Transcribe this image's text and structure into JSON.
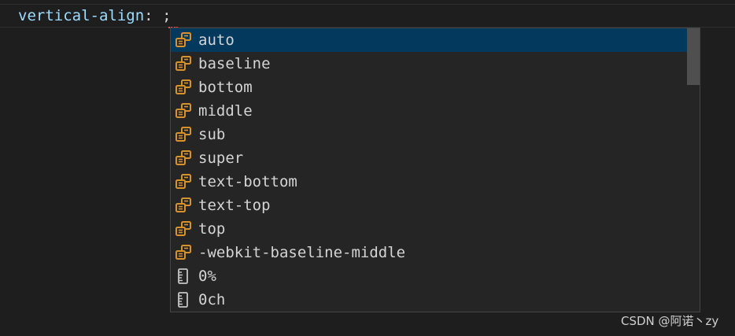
{
  "editor": {
    "property": "vertical-align",
    "colon": ":",
    "cursor_text": ";"
  },
  "suggest": {
    "selected_index": 0,
    "items": [
      {
        "label": "auto",
        "icon": "value-icon"
      },
      {
        "label": "baseline",
        "icon": "value-icon"
      },
      {
        "label": "bottom",
        "icon": "value-icon"
      },
      {
        "label": "middle",
        "icon": "value-icon"
      },
      {
        "label": "sub",
        "icon": "value-icon"
      },
      {
        "label": "super",
        "icon": "value-icon"
      },
      {
        "label": "text-bottom",
        "icon": "value-icon"
      },
      {
        "label": "text-top",
        "icon": "value-icon"
      },
      {
        "label": "top",
        "icon": "value-icon"
      },
      {
        "label": "-webkit-baseline-middle",
        "icon": "value-icon"
      },
      {
        "label": "0%",
        "icon": "unit-icon"
      },
      {
        "label": "0ch",
        "icon": "unit-icon"
      }
    ]
  },
  "colors": {
    "selected": "#04395e",
    "value_icon": "#d7922c",
    "unit_icon": "#c5c5c5"
  },
  "watermark": "CSDN @阿诺丶zy"
}
